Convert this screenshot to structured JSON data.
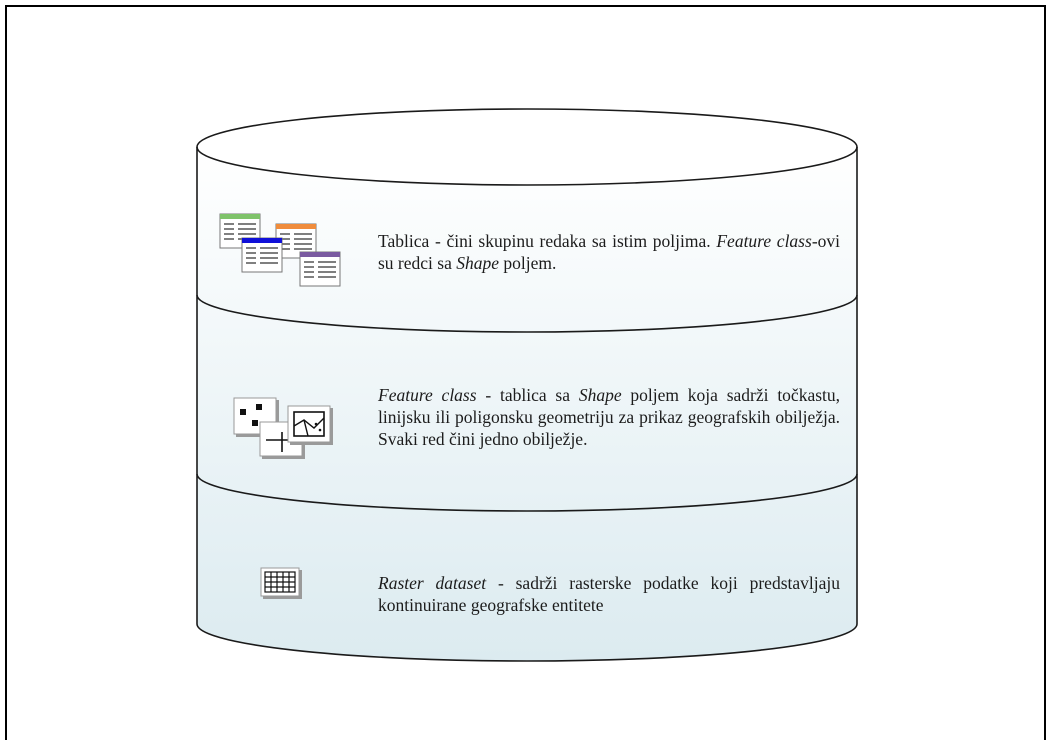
{
  "colors": {
    "cylinder_fill_top": "#ffffff",
    "cylinder_fill_bottom": "#dcebf0",
    "outline": "#1a1a1a",
    "table_green": "#7fc36a",
    "table_blue": "#1010d8",
    "table_orange": "#f08c3c",
    "table_purple": "#7a5aa0"
  },
  "segments": [
    {
      "id": "tablica",
      "icon": "tables-icon",
      "parts": [
        {
          "text": "Tablica - čini skupinu redaka sa istim poljima. ",
          "italic": false
        },
        {
          "text": "Feature class",
          "italic": true
        },
        {
          "text": "-ovi su redci sa ",
          "italic": false
        },
        {
          "text": "Shape",
          "italic": true
        },
        {
          "text": " poljem.",
          "italic": false
        }
      ]
    },
    {
      "id": "feature-class",
      "icon": "feature-class-icon",
      "parts": [
        {
          "text": "Feature class",
          "italic": true
        },
        {
          "text": " - tablica sa ",
          "italic": false
        },
        {
          "text": "Shape",
          "italic": true
        },
        {
          "text": " poljem koja sadrži točkastu, linijsku ili poligonsku geometriju za prikaz geografskih obilježja. Svaki red čini jedno obilježje.",
          "italic": false
        }
      ]
    },
    {
      "id": "raster-dataset",
      "icon": "raster-grid-icon",
      "parts": [
        {
          "text": "Raster dataset",
          "italic": true
        },
        {
          "text": " - sadrži rasterske podatke koji predstavljaju kontinuirane geografske entitete",
          "italic": false
        }
      ]
    }
  ]
}
